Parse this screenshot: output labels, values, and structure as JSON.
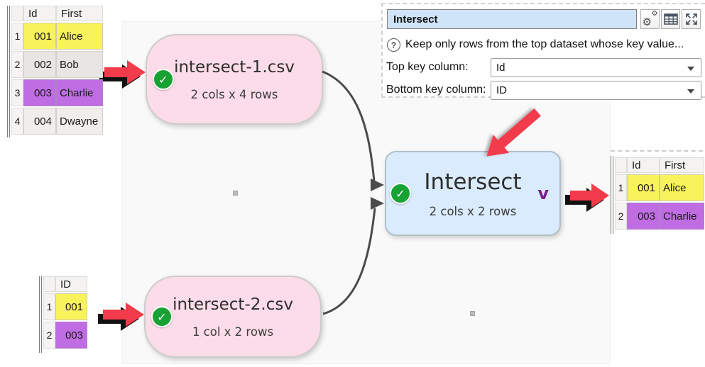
{
  "properties_panel": {
    "title_value": "Intersect",
    "help_text": "Keep only rows from the top dataset whose key value...",
    "fields": [
      {
        "label": "Top key column:",
        "value": "Id"
      },
      {
        "label": "Bottom key column:",
        "value": "ID"
      }
    ],
    "help_glyph": "?"
  },
  "flow": {
    "nodes": [
      {
        "title": "intersect-1.csv",
        "subtitle": "2 cols x 4 rows"
      },
      {
        "title": "intersect-2.csv",
        "subtitle": "1 col x 2 rows"
      },
      {
        "title": "Intersect",
        "subtitle": "2 cols x 2 rows",
        "dropdown_indicator": "v"
      }
    ],
    "status_glyph": "✓"
  },
  "tables": {
    "top_left": {
      "headers": [
        "Id",
        "First"
      ],
      "rows": [
        {
          "num": "1",
          "id": "001",
          "first": "Alice",
          "highlight": "yellow"
        },
        {
          "num": "2",
          "id": "002",
          "first": "Bob",
          "highlight": "none"
        },
        {
          "num": "3",
          "id": "003",
          "first": "Charlie",
          "highlight": "purple"
        },
        {
          "num": "4",
          "id": "004",
          "first": "Dwayne",
          "highlight": "none"
        }
      ]
    },
    "bottom_left": {
      "headers": [
        "ID"
      ],
      "rows": [
        {
          "num": "1",
          "id": "001",
          "highlight": "yellow"
        },
        {
          "num": "2",
          "id": "003",
          "highlight": "purple"
        }
      ]
    },
    "output": {
      "headers": [
        "Id",
        "First"
      ],
      "rows": [
        {
          "num": "1",
          "id": "001",
          "first": "Alice",
          "highlight": "yellow"
        },
        {
          "num": "2",
          "id": "003",
          "first": "Charlie",
          "highlight": "purple"
        }
      ]
    }
  },
  "icons": {
    "gear": "gear-icon",
    "table": "table-icon",
    "expand": "expand-icon",
    "help": "help-icon",
    "check": "check-icon"
  },
  "colors": {
    "highlight_yellow": "#f8f25b",
    "highlight_purple": "#c06de4",
    "node_pink": "#fbdce8",
    "node_blue": "#d9ebfc",
    "status_green": "#17a233",
    "annotation_red": "#f23b4b",
    "title_field_blue": "#cfe4f8",
    "indicator_purple": "#7b1f8f",
    "connector_gray": "#4b4b4b"
  }
}
